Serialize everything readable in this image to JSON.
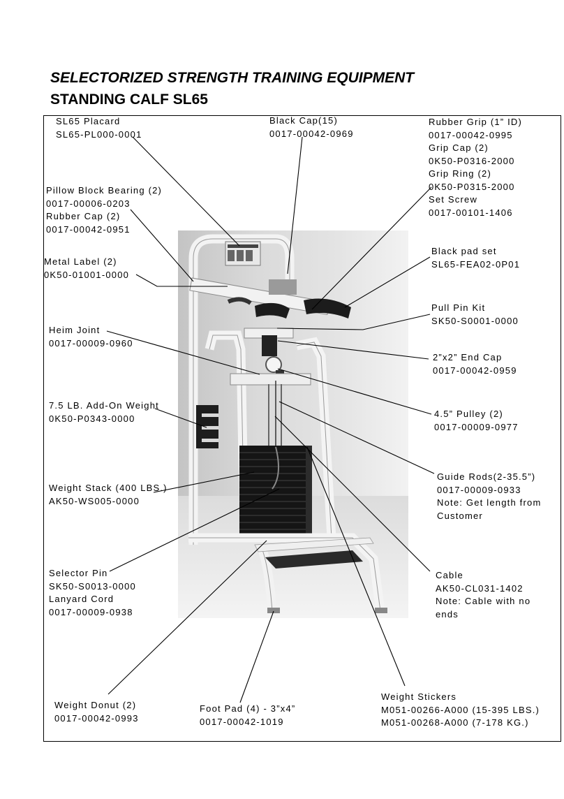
{
  "header": {
    "title_line1": "SELECTORIZED STRENGTH TRAINING EQUIPMENT",
    "title_line2": "STANDING CALF SL65"
  },
  "labels": {
    "placard": [
      "SL65  Placard",
      "SL65-PL000-0001"
    ],
    "black_cap": [
      "Black Cap(15)",
      "0017-00042-0969"
    ],
    "rubber_grip": [
      "Rubber Grip (1” ID)",
      "0017-00042-0995",
      "Grip Cap (2)",
      "0K50-P0316-2000",
      "Grip Ring (2)",
      "0K50-P0315-2000",
      "Set Screw",
      "0017-00101-1406"
    ],
    "pillow_block": [
      "Pillow Block Bearing (2)",
      "0017-00006-0203",
      "Rubber Cap (2)",
      "0017-00042-0951"
    ],
    "metal_label": [
      "Metal Label (2)",
      "0K50-01001-0000"
    ],
    "black_pad": [
      "Black pad set",
      "SL65-FEA02-0P01"
    ],
    "pull_pin": [
      "Pull Pin Kit",
      "SK50-S0001-0000"
    ],
    "heim_joint": [
      "Heim  Joint",
      "0017-00009-0960"
    ],
    "end_cap": [
      "2”x2” End Cap",
      "0017-00042-0959"
    ],
    "add_on_weight": [
      "7.5 LB.  Add-On Weight",
      "0K50-P0343-0000"
    ],
    "pulley": [
      "4.5” Pulley (2)",
      "0017-00009-0977"
    ],
    "guide_rods": [
      "Guide Rods(2-35.5”)",
      "0017-00009-0933",
      "Note: Get length from",
      "Customer"
    ],
    "weight_stack": [
      "Weight Stack (400 LBS.)",
      "AK50-WS005-0000"
    ],
    "selector_pin": [
      "Selector Pin",
      "SK50-S0013-0000",
      "Lanyard Cord",
      "0017-00009-0938"
    ],
    "cable": [
      "Cable",
      "AK50-CL031-1402",
      "Note: Cable with no",
      "ends"
    ],
    "weight_stickers": [
      "Weight Stickers",
      "M051-00266-A000 (15-395 LBS.)",
      "M051-00268-A000 (7-178 KG.)"
    ],
    "weight_donut": [
      "Weight Donut (2)",
      "0017-00042-0993"
    ],
    "foot_pad": [
      "Foot Pad (4) - 3”x4”",
      "0017-00042-1019"
    ]
  },
  "colors": {
    "frame": "#efefef",
    "pad": "#1c1c1c",
    "stack": "#151515",
    "backdrop": "#d6d6d6"
  }
}
